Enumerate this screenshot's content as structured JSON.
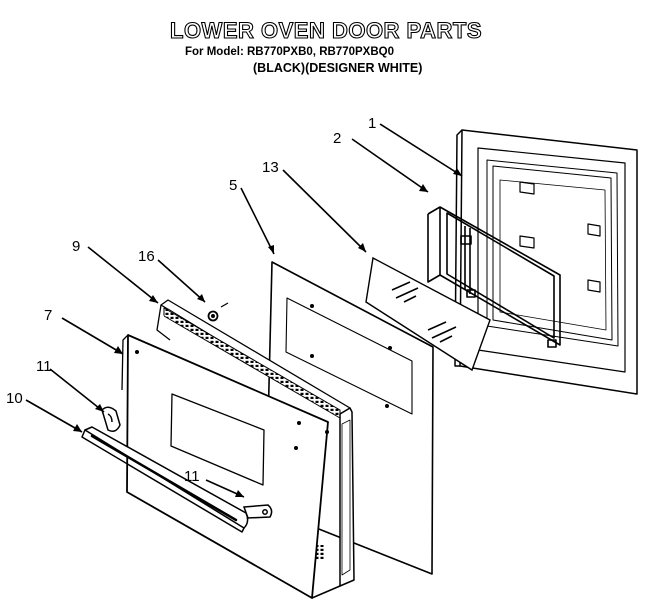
{
  "header": {
    "title": "LOWER OVEN DOOR PARTS",
    "model_line": "For Model: RB770PXB0, RB770PXBQ0",
    "variant_line": "(BLACK)(DESIGNER WHITE)"
  },
  "callouts": [
    {
      "part": "1",
      "label": "1"
    },
    {
      "part": "2",
      "label": "2"
    },
    {
      "part": "13",
      "label": "13"
    },
    {
      "part": "5",
      "label": "5"
    },
    {
      "part": "9",
      "label": "9"
    },
    {
      "part": "16",
      "label": "16"
    },
    {
      "part": "7",
      "label": "7"
    },
    {
      "part": "11-upper",
      "label": "11"
    },
    {
      "part": "10",
      "label": "10"
    },
    {
      "part": "11-lower",
      "label": "11"
    }
  ]
}
